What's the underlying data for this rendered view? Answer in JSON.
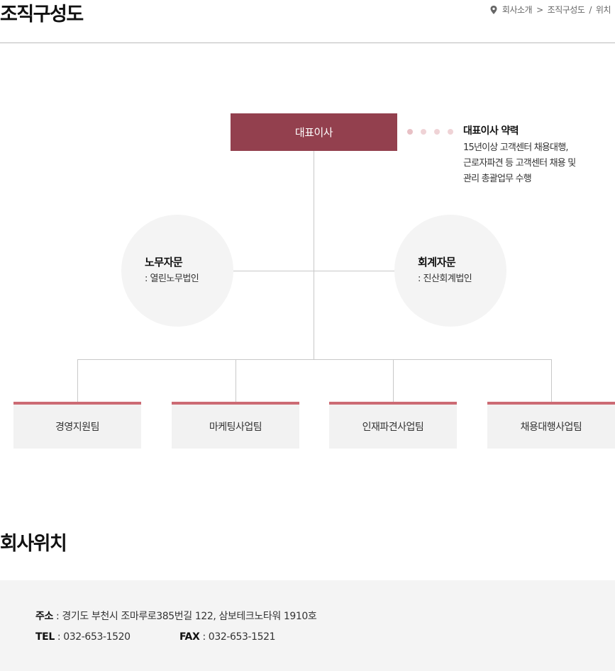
{
  "header": {
    "title": "조직구성도",
    "breadcrumb": [
      "회사소개",
      "조직구성도",
      "위치"
    ],
    "breadcrumb_sep1": ">",
    "breadcrumb_sep2": "/"
  },
  "org": {
    "ceo": "대표이사",
    "career": {
      "title": "대표이사 약력",
      "lines": [
        "15년이상 고객센터 채용대행,",
        "근로자파견 등 고객센터 채용 및",
        "관리 총괄업무 수행"
      ]
    },
    "advisors": [
      {
        "title": "노무자문",
        "sub": ": 열린노무법인"
      },
      {
        "title": "회계자문",
        "sub": ": 진산회계법인"
      }
    ],
    "teams": [
      "경영지원팀",
      "마케팅사업팀",
      "인재파견사업팀",
      "채용대행사업팀"
    ]
  },
  "location": {
    "title": "회사위치",
    "address_label": "주소",
    "address": " : 경기도 부천시 조마루로385번길 122, 삼보테크노타워 1910호",
    "tel_label": "TEL",
    "tel": " : 032-653-1520",
    "fax_label": "FAX",
    "fax": " : 032-653-1521"
  },
  "colors": {
    "ceo_box": "#93404e",
    "team_accent": "#cc6b74",
    "dots": "#efd3d6"
  }
}
